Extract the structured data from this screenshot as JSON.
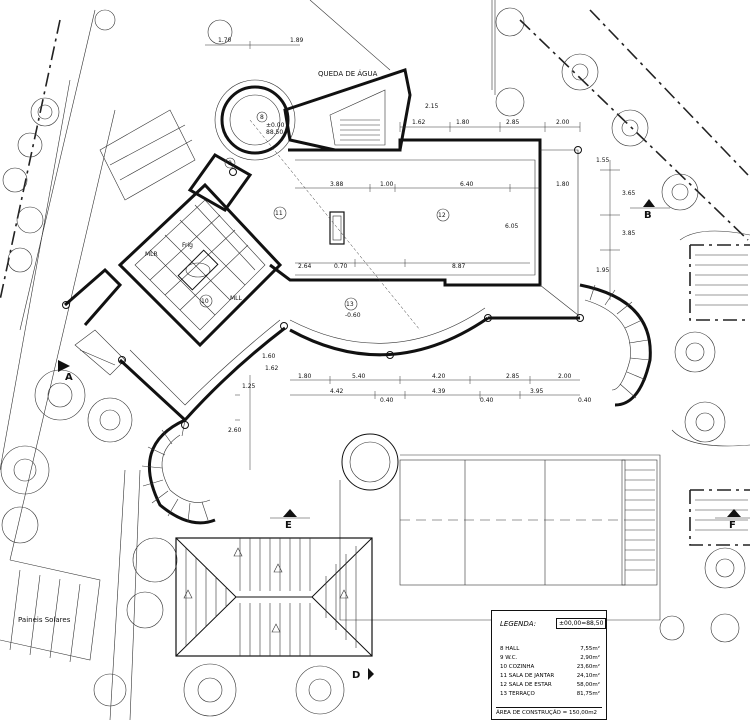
{
  "labels": {
    "queda_de_agua": "QUEDA DE ÁGUA",
    "paineis_solares": "Paineis Solares",
    "frig": "Frig",
    "mlr": "MLR",
    "mll": "MLL",
    "section_a": "A",
    "section_b": "B",
    "section_d": "D",
    "section_e": "E",
    "section_f": "F",
    "room_8": "8",
    "room_9": "9",
    "room_10": "10",
    "room_11": "11",
    "room_12": "12",
    "room_13": "13",
    "elev_hall": "±0.00",
    "elev_hall2": "88.50",
    "elev_terrace": "-0.60"
  },
  "dimensions": {
    "top": [
      "1.70",
      "1.89",
      "1.62",
      "1.80",
      "2.85",
      "2.00"
    ],
    "living": [
      "3.88",
      "1.00",
      "6.40",
      "1.80",
      "6.05",
      "0.70",
      "8.87",
      "2.64"
    ],
    "bottom_row1": [
      "1.80",
      "5.40",
      "4.20",
      "2.85",
      "2.00"
    ],
    "bottom_row2": [
      "4.42",
      "0.40",
      "4.39",
      "0.40",
      "3.95",
      "0.40"
    ],
    "misc": [
      "1.25",
      "1.62",
      "1.60",
      "2.60",
      "2.15",
      "1.55",
      "3.65",
      "3.85",
      "1.95"
    ]
  },
  "legend": {
    "title": "LEGENDA:",
    "elevation": "±00,00=88,50",
    "rows": [
      {
        "name": "8 HALL",
        "area": "7,55m²"
      },
      {
        "name": "9 W.C.",
        "area": "2,90m²"
      },
      {
        "name": "10 COZINHA",
        "area": "23,60m²"
      },
      {
        "name": "11 SALA DE JANTAR",
        "area": "24,10m²"
      },
      {
        "name": "12 SALA DE ESTAR",
        "area": "58,00m²"
      },
      {
        "name": "13 TERRAÇO",
        "area": "81,75m²"
      }
    ],
    "total": "ÁREA DE CONSTRUÇÃO = 150,00m2"
  }
}
